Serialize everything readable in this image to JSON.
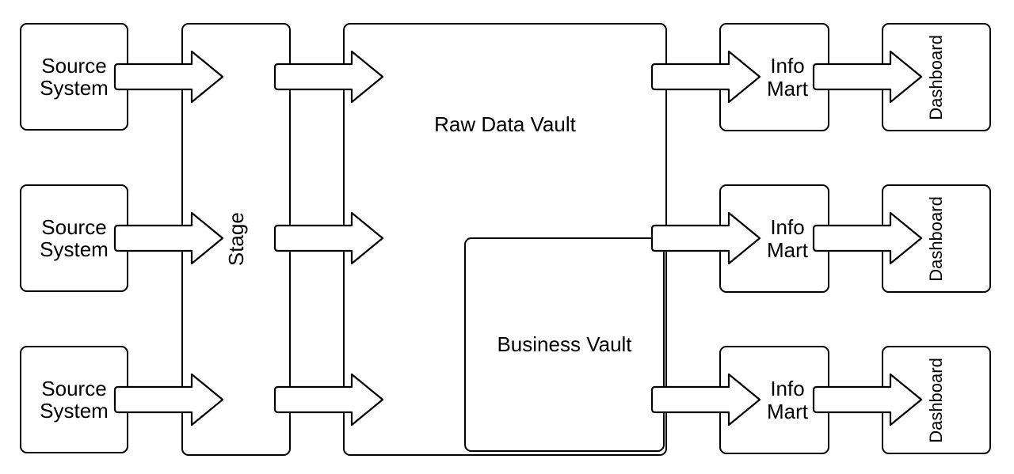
{
  "background": "#ffffff",
  "stroke_color": "#000000",
  "text_color": "#000000",
  "nodes": {
    "source_systems": [
      {
        "label": "Source\nSystem"
      },
      {
        "label": "Source\nSystem"
      },
      {
        "label": "Source\nSystem"
      }
    ],
    "stage": {
      "label": "Stage"
    },
    "raw_data_vault": {
      "label": "Raw Data Vault"
    },
    "business_vault": {
      "label": "Business Vault"
    },
    "info_marts": [
      {
        "label": "Info\nMart"
      },
      {
        "label": "Info\nMart"
      },
      {
        "label": "Info\nMart"
      }
    ],
    "dashboards": [
      {
        "label": "Dashboard"
      },
      {
        "label": "Dashboard"
      },
      {
        "label": "Dashboard"
      }
    ]
  },
  "edges": [
    {
      "from": "source_systems.0",
      "to": "stage"
    },
    {
      "from": "source_systems.1",
      "to": "stage"
    },
    {
      "from": "source_systems.2",
      "to": "stage"
    },
    {
      "from": "stage",
      "to": "raw_data_vault",
      "row": 1
    },
    {
      "from": "stage",
      "to": "raw_data_vault",
      "row": 2
    },
    {
      "from": "stage",
      "to": "raw_data_vault",
      "row": 3
    },
    {
      "from": "raw_data_vault",
      "to": "info_marts.0"
    },
    {
      "from": "raw_data_vault",
      "to": "info_marts.1"
    },
    {
      "from": "business_vault",
      "to": "info_marts.2"
    },
    {
      "from": "info_marts.0",
      "to": "dashboards.0"
    },
    {
      "from": "info_marts.1",
      "to": "dashboards.1"
    },
    {
      "from": "info_marts.2",
      "to": "dashboards.2"
    }
  ]
}
